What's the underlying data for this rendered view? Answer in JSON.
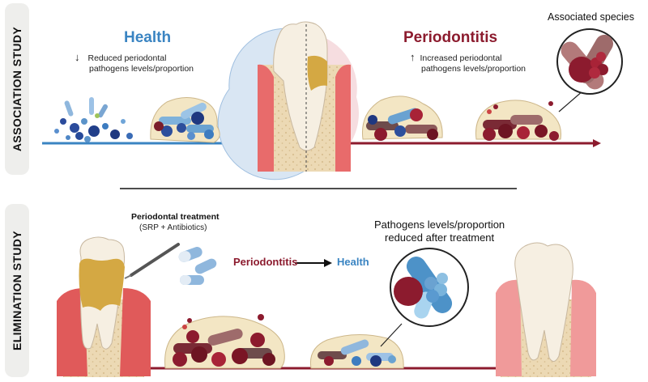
{
  "association": {
    "side_label": "ASSOCIATION STUDY",
    "health_title": "Health",
    "health_arrow": "↓",
    "health_desc_line1": "Reduced periodontal",
    "health_desc_line2": "pathogens levels/proportion",
    "perio_title": "Periodontitis",
    "perio_arrow": "↑",
    "perio_desc_line1": "Increased periodontal",
    "perio_desc_line2": "pathogens levels/proportion",
    "species_title": "Associated species"
  },
  "elimination": {
    "side_label": "ELIMINATION STUDY",
    "treatment_title": "Periodontal treatment",
    "treatment_subtitle": "(SRP + Antibiotics)",
    "transition_from": "Periodontitis",
    "transition_to": "Health",
    "result_line1": "Pathogens levels/proportion",
    "result_line2": "reduced after treatment"
  },
  "colors": {
    "health_blue": "#3a84c2",
    "perio_red": "#8c1b2e",
    "tooth_crown": "#f6efe2",
    "gum_pink": "#eea0a0",
    "bone": "#ead6b0",
    "calculus": "#d4a843"
  }
}
